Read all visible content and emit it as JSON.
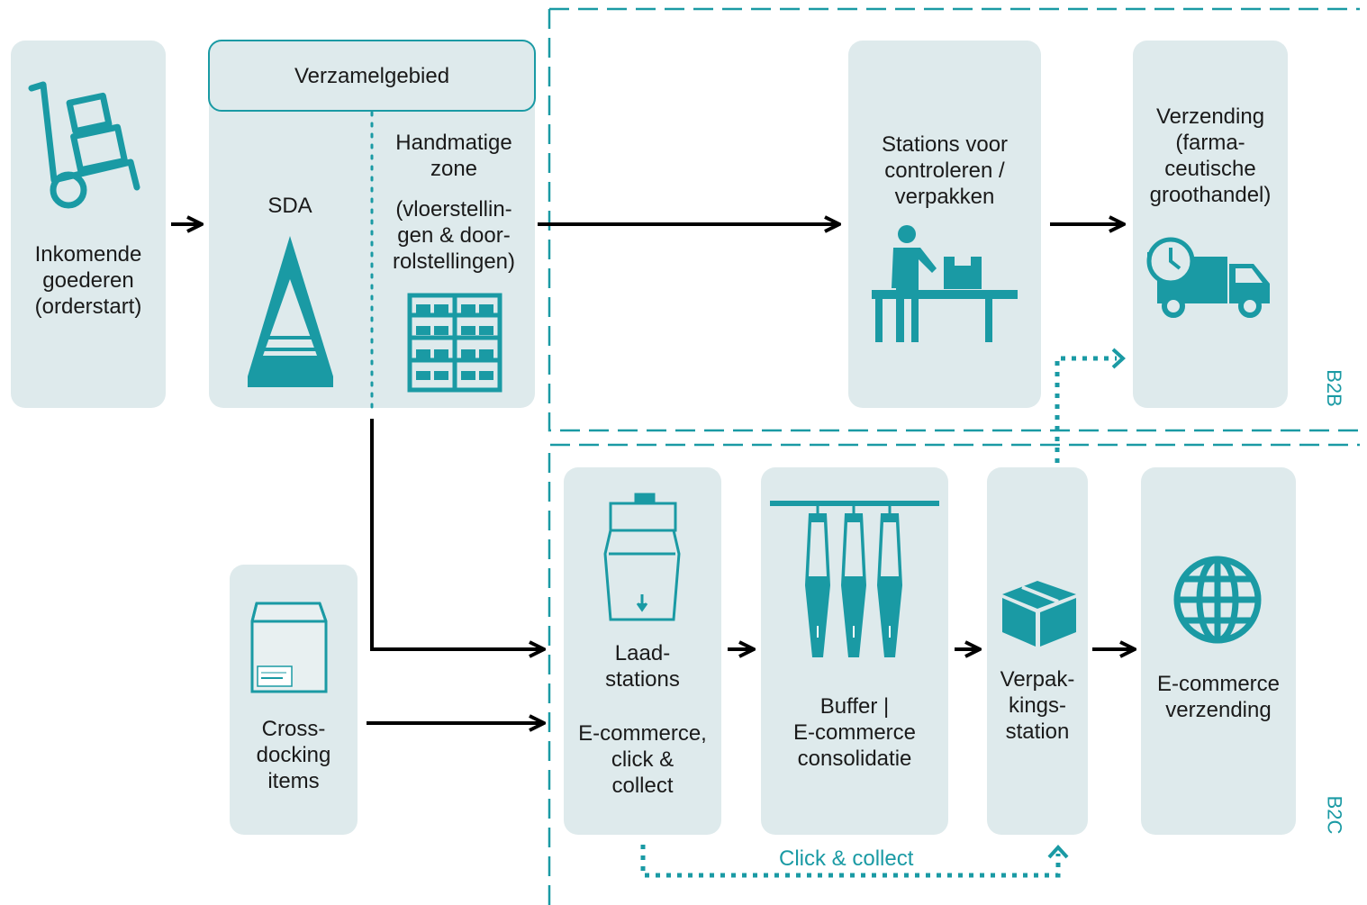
{
  "nodes": {
    "incoming": {
      "label": "Inkomende\ngoederen\n(orderstart)"
    },
    "collection_area": {
      "header": "Verzamelgebied"
    },
    "sda": {
      "label": "SDA"
    },
    "manual": {
      "title": "Handmatige\nzone",
      "subtitle": "(vloerstellin-\ngen & door-\nrolstellingen)"
    },
    "check_pack": {
      "label": "Stations voor\ncontroleren /\nverpakken"
    },
    "b2b_shipping": {
      "label": "Verzending\n(farma-\nceutische\ngroothandel)"
    },
    "crossdock": {
      "label": "Cross-\ndocking\nitems"
    },
    "loading": {
      "title": "Laad-\nstations",
      "subtitle": "E-commerce,\nclick &\ncollect"
    },
    "buffer": {
      "label": "Buffer |\nE-commerce\nconsolidatie"
    },
    "packing": {
      "label": "Verpak-\nkings-\nstation"
    },
    "ecom_shipping": {
      "label": "E-commerce\nverzending"
    }
  },
  "zones": {
    "b2b": "B2B",
    "b2c": "B2C"
  },
  "click_collect": "Click & collect",
  "colors": {
    "teal": "#1a9aa4",
    "box": "#deeaec",
    "arrow": "#000000"
  },
  "icons": {
    "incoming": "hand-truck-icon",
    "sda": "a-frame-dispenser-icon",
    "manual": "shelving-rack-icon",
    "check_pack": "worker-packing-icon",
    "b2b_shipping": "delivery-truck-icon",
    "crossdock": "paper-bag-icon",
    "loading": "loading-bag-icon",
    "buffer": "pocket-sorter-icon",
    "packing": "parcel-box-icon",
    "ecom_shipping": "globe-icon"
  }
}
